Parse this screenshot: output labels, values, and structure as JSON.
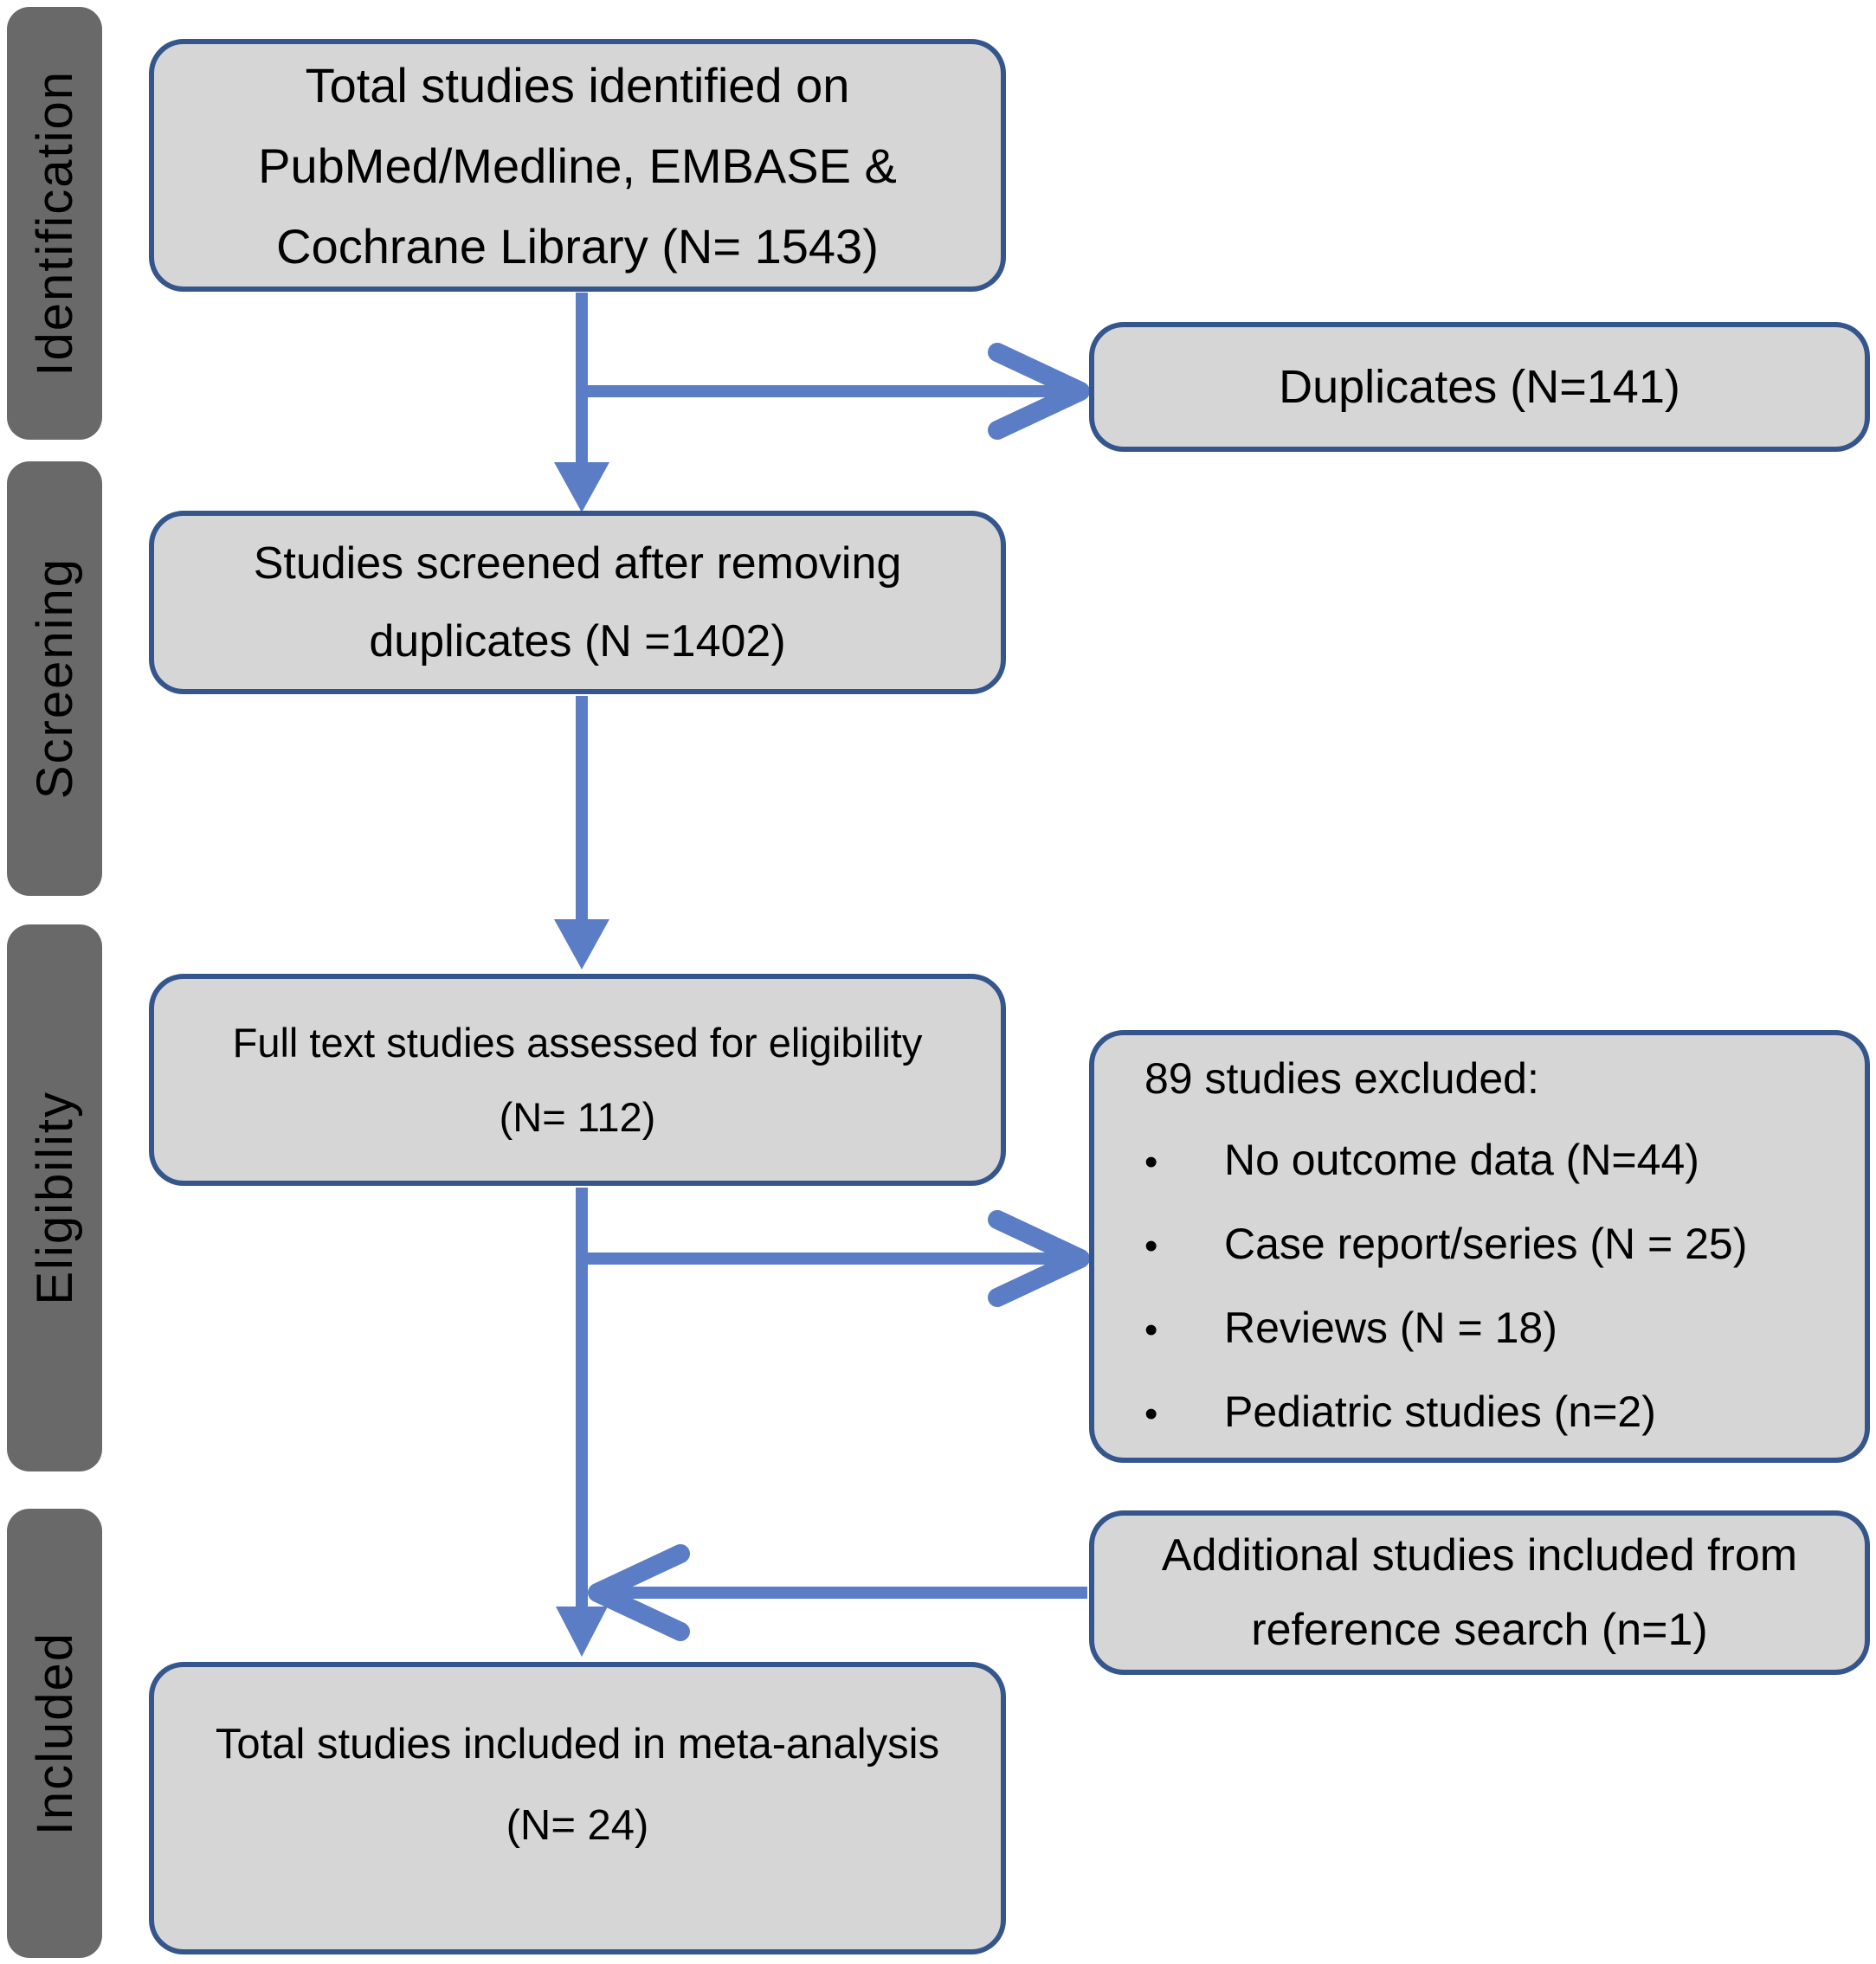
{
  "theme": {
    "colors": {
      "box-fill": "#d6d6d6",
      "box-border": "#35568c",
      "arrow": "#5b7dc5",
      "stage-fill": "#696969",
      "text": "#0a0a0a",
      "background": "#ffffff"
    }
  },
  "stages": [
    {
      "label": "Identification"
    },
    {
      "label": "Screening"
    },
    {
      "label": "Eligibility"
    },
    {
      "label": "Included"
    }
  ],
  "boxes": {
    "identified": {
      "lines": [
        "Total studies identified on",
        "PubMed/Medline, EMBASE &",
        "Cochrane Library (N= 1543)"
      ]
    },
    "duplicates": {
      "lines": [
        "Duplicates (N=141)"
      ]
    },
    "screened": {
      "lines": [
        "Studies screened after removing",
        "duplicates (N =1402)"
      ]
    },
    "fulltext": {
      "lines": [
        "Full text studies assessed for eligibility",
        "(N= 112)"
      ]
    },
    "excluded": {
      "heading": "89 studies excluded:",
      "bullet": "•",
      "items": [
        "No outcome data (N=44)",
        "Case report/series (N = 25)",
        "Reviews (N = 18)",
        "Pediatric studies (n=2)"
      ]
    },
    "additional": {
      "lines": [
        "Additional studies included from",
        "reference search (n=1)"
      ]
    },
    "included_total": {
      "lines": [
        "Total studies included in meta-analysis",
        "(N= 24)"
      ]
    }
  }
}
